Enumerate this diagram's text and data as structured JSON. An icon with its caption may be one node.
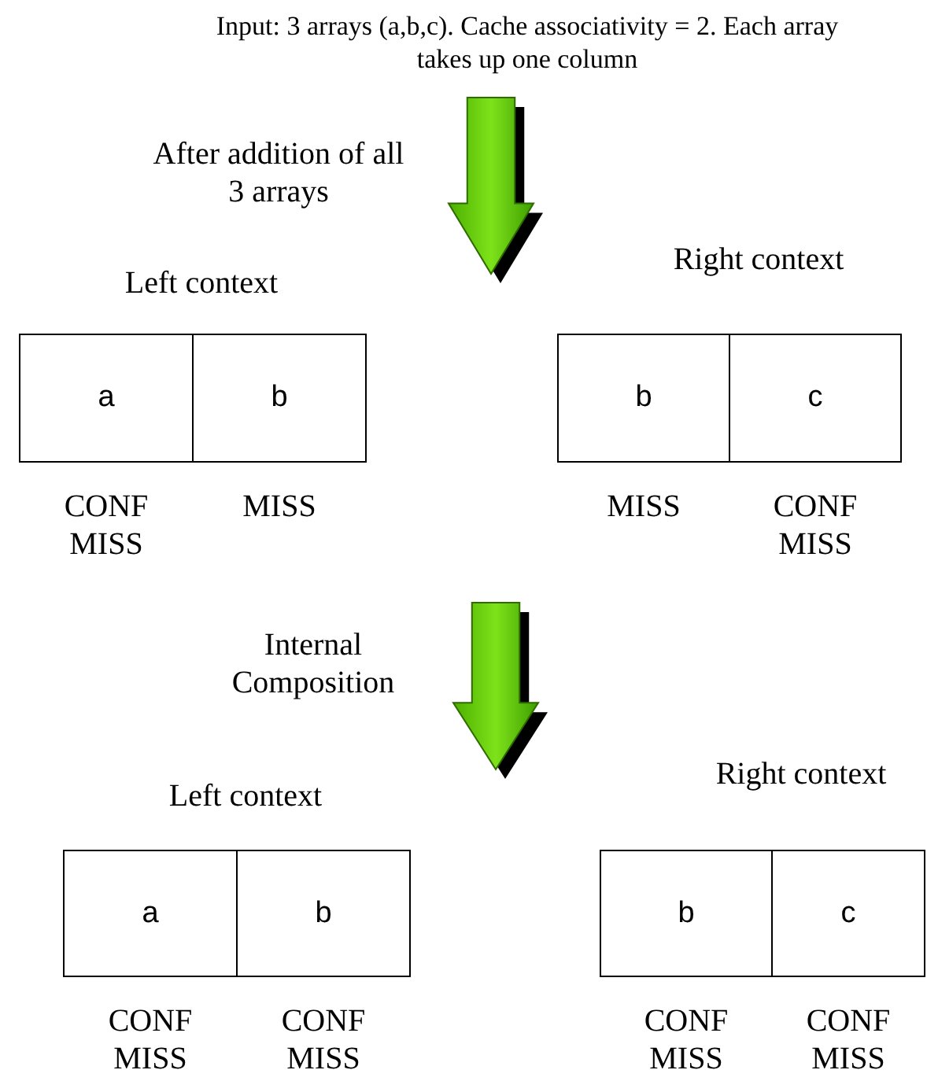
{
  "diagram": {
    "title": "Input: 3 arrays (a,b,c). Cache associativity = 2. Each array takes up one column",
    "nodes": [
      {
        "text": [
          "a"
        ],
        "beside": [
          "CONF MISS"
        ]
      },
      {
        "text": [
          "b"
        ],
        "beside": [
          "MISS"
        ]
      },
      {
        "text": [
          "b"
        ],
        "beside": [
          "MISS"
        ]
      },
      {
        "text": [
          "c"
        ],
        "beside": [
          "CONF MISS"
        ]
      },
      {
        "text": [
          "a"
        ],
        "beside": [
          "CONF MISS"
        ]
      },
      {
        "text": [
          "b"
        ],
        "beside": [
          "CONF MISS"
        ]
      },
      {
        "text": [
          "b"
        ],
        "beside": [
          "CONF MISS"
        ]
      },
      {
        "text": [
          "c"
        ],
        "beside": [
          "CONF MISS"
        ]
      }
    ],
    "labels": [
      "After addition of all 3 arrays",
      "Left context",
      "Right context",
      "Internal Composition",
      "Left context",
      "Right context"
    ]
  }
}
